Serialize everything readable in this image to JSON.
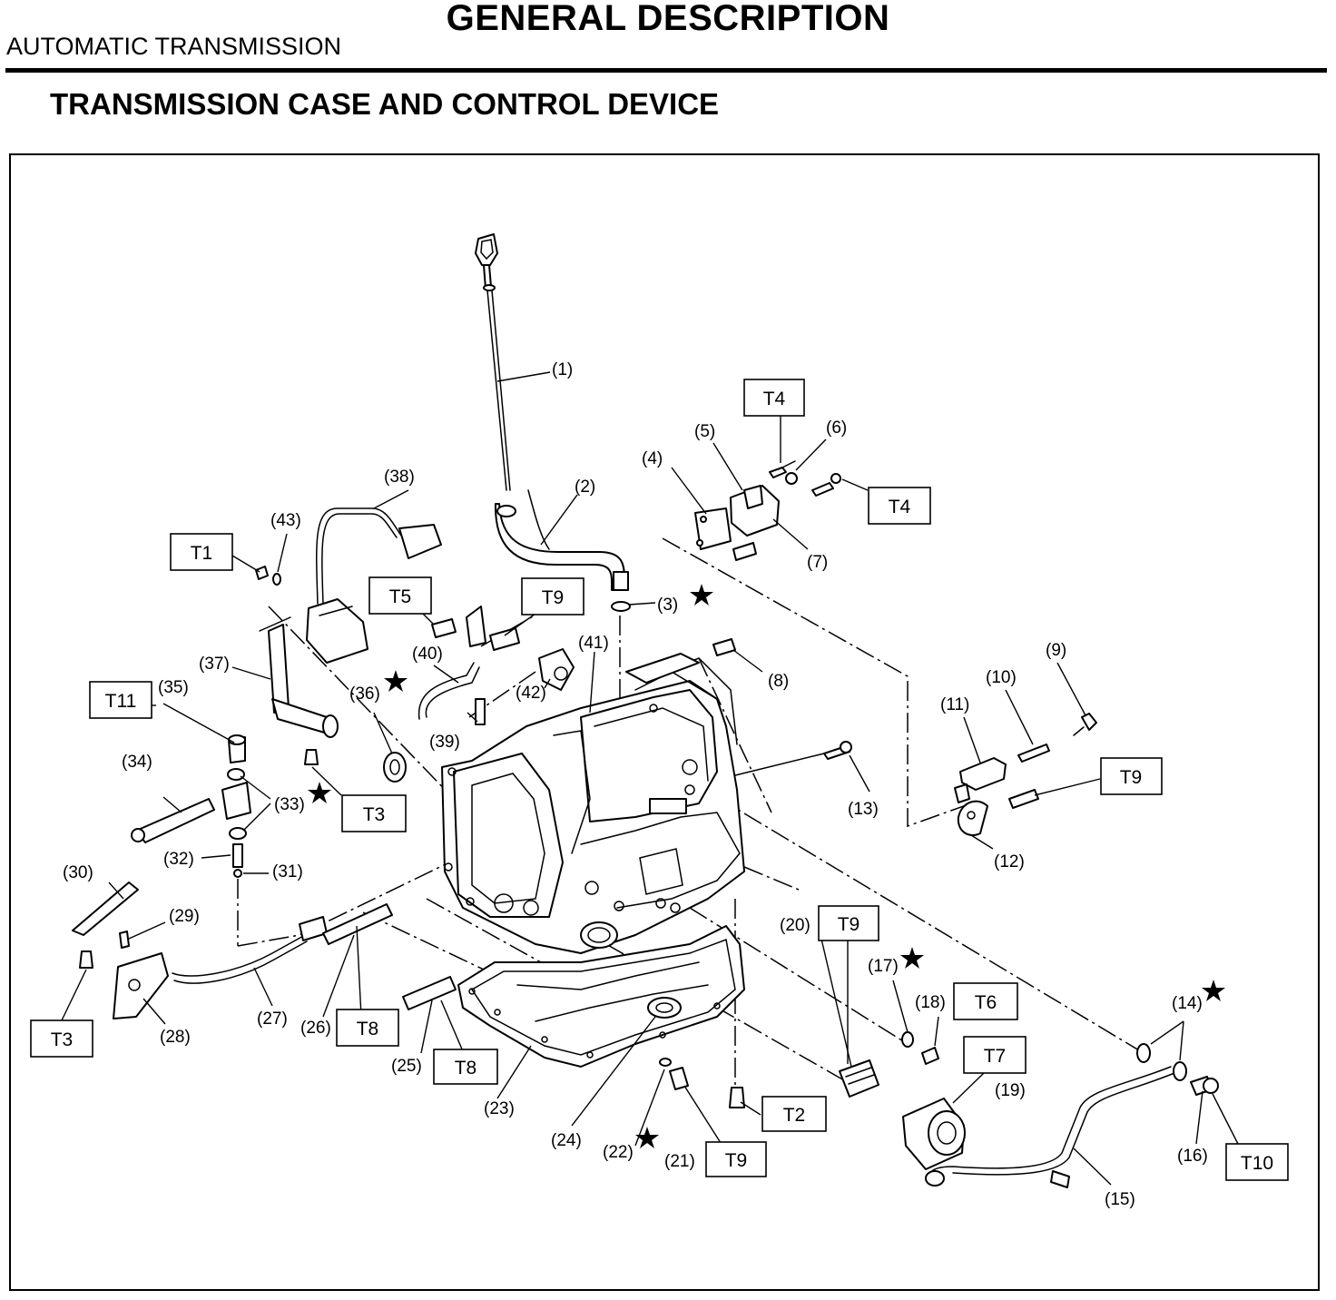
{
  "header": {
    "title": "GENERAL DESCRIPTION",
    "subtitle": "AUTOMATIC TRANSMISSION"
  },
  "section": {
    "title": "TRANSMISSION CASE AND CONTROL DEVICE"
  },
  "diagram": {
    "callouts": {
      "c1": "(1)",
      "c2": "(2)",
      "c3": "(3)",
      "c4": "(4)",
      "c5": "(5)",
      "c6": "(6)",
      "c7": "(7)",
      "c8": "(8)",
      "c9": "(9)",
      "c10": "(10)",
      "c11": "(11)",
      "c12": "(12)",
      "c13": "(13)",
      "c14": "(14)",
      "c15": "(15)",
      "c16": "(16)",
      "c17": "(17)",
      "c18": "(18)",
      "c19": "(19)",
      "c20": "(20)",
      "c21": "(21)",
      "c22": "(22)",
      "c23": "(23)",
      "c24": "(24)",
      "c25": "(25)",
      "c26": "(26)",
      "c27": "(27)",
      "c28": "(28)",
      "c29": "(29)",
      "c30": "(30)",
      "c31": "(31)",
      "c32": "(32)",
      "c33": "(33)",
      "c34": "(34)",
      "c35": "(35)",
      "c36": "(36)",
      "c37": "(37)",
      "c38": "(38)",
      "c39": "(39)",
      "c40": "(40)",
      "c41": "(41)",
      "c42": "(42)",
      "c43": "(43)"
    },
    "torque": {
      "t1": "T1",
      "t2": "T2",
      "t3a": "T3",
      "t3b": "T3",
      "t4a": "T4",
      "t4b": "T4",
      "t5": "T5",
      "t6": "T6",
      "t7": "T7",
      "t8a": "T8",
      "t8b": "T8",
      "t9a": "T9",
      "t9b": "T9",
      "t9c": "T9",
      "t9d": "T9",
      "t10": "T10",
      "t11": "T11"
    }
  }
}
